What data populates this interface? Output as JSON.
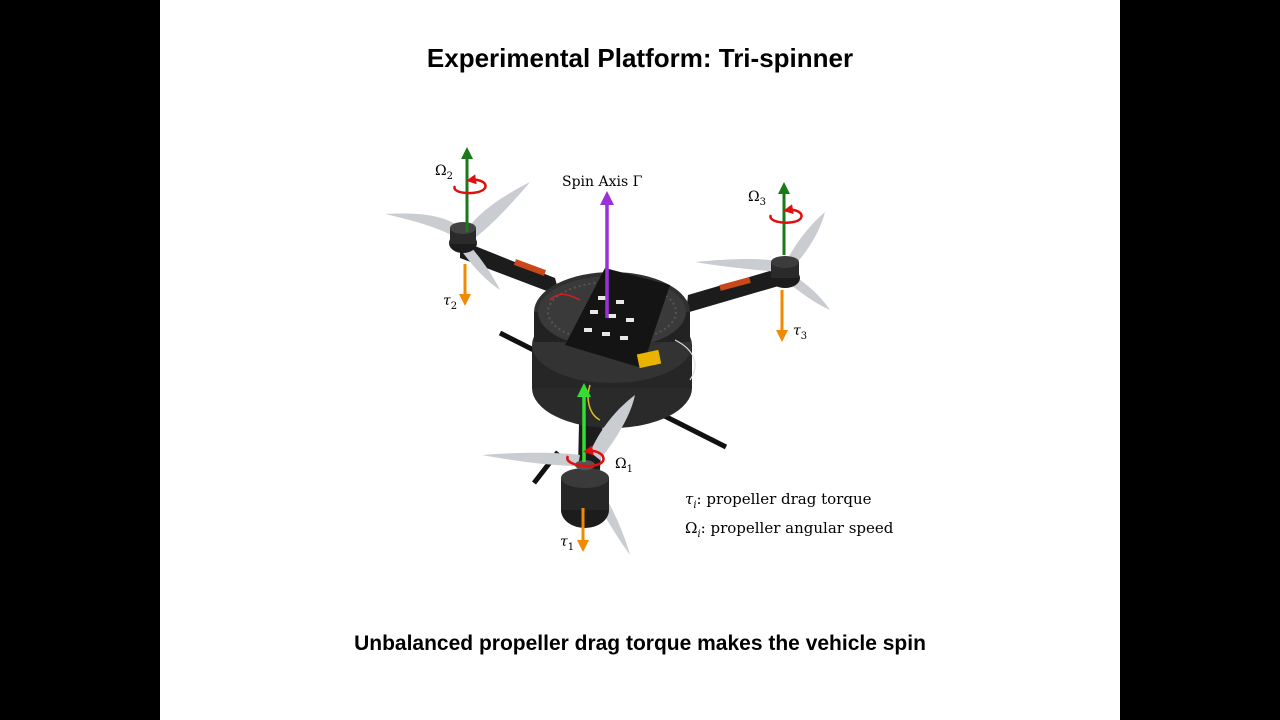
{
  "slide": {
    "title": "Experimental Platform: Tri-spinner",
    "caption": "Unbalanced propeller drag torque makes the vehicle spin"
  },
  "figure": {
    "spin_axis_label": "Spin Axis Γ",
    "labels": {
      "omega_symbol": "Ω",
      "tau_symbol": "τ",
      "rotor_indices": [
        "1",
        "2",
        "3"
      ]
    },
    "legend": [
      {
        "symbol": "τ",
        "subscript": "i",
        "text": ": propeller drag torque"
      },
      {
        "symbol": "Ω",
        "subscript": "i",
        "text": ": propeller angular speed"
      }
    ],
    "colors": {
      "spin_axis": "#9b30d9",
      "omega_arrow": "#1a7a1a",
      "omega_arrow_front": "#33dd33",
      "tau_arrow": "#f08a00",
      "rotation_ring": "#e01010",
      "carbon": "#1c1c1c",
      "propeller": "#c9ccd0"
    }
  }
}
